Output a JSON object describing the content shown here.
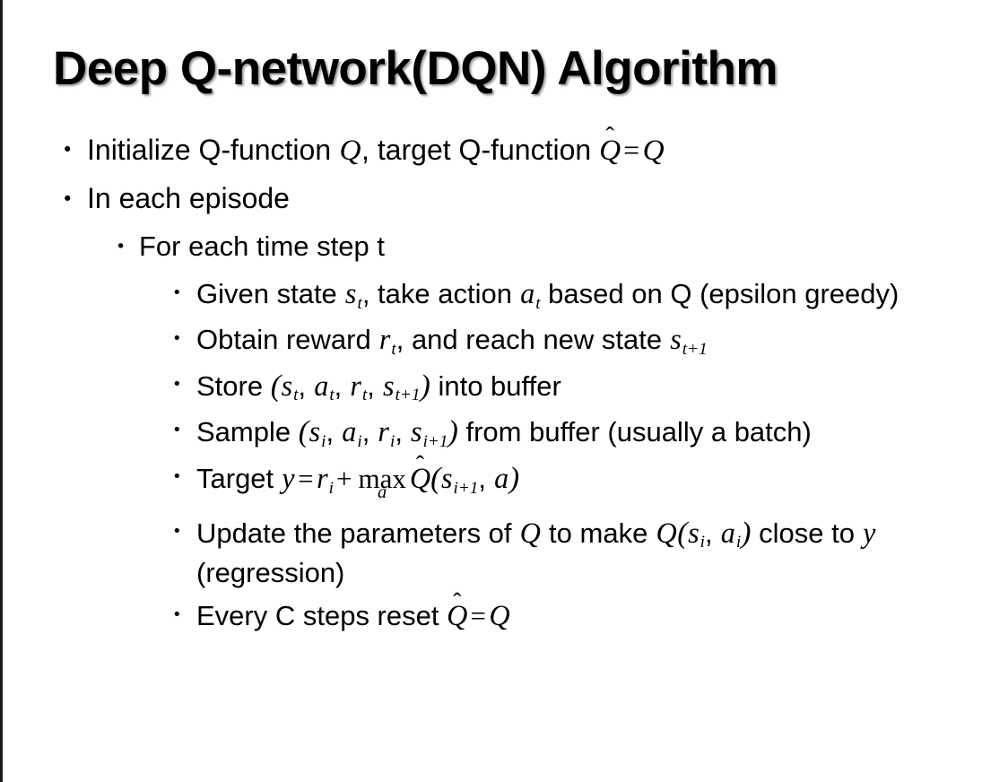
{
  "slide": {
    "title": "Deep Q-network(DQN) Algorithm",
    "background_color": "#ffffff",
    "text_color": "#000000",
    "left_border_color": "#1a1a1a"
  },
  "bullets": {
    "b1": {
      "level": 1,
      "marker": "•",
      "segments": {
        "t1": "Initialize Q-function ",
        "m1": "Q",
        "t2": ", target Q-function ",
        "m2": "Q",
        "hat": "̂",
        "eq": "=",
        "m3": "Q"
      }
    },
    "b2": {
      "level": 1,
      "marker": "•",
      "text": "In each episode"
    },
    "b3": {
      "level": 2,
      "marker": "•",
      "text": "For each time step t"
    },
    "b4": {
      "level": 3,
      "marker": "•",
      "segments": {
        "t1": "Given state ",
        "m1": "s",
        "m1sub": "t",
        "t2": ", take action ",
        "m2": "a",
        "m2sub": "t",
        "t3": " based on Q (epsilon greedy)"
      }
    },
    "b5": {
      "level": 3,
      "marker": "•",
      "segments": {
        "t1": "Obtain reward ",
        "m1": "r",
        "m1sub": "t",
        "t2": ", and reach new state ",
        "m2": "s",
        "m2sub": "t+1"
      }
    },
    "b6": {
      "level": 3,
      "marker": "•",
      "segments": {
        "t1": "Store ",
        "open": "(",
        "m1": "s",
        "m1sub": "t",
        "c1": ", ",
        "m2": "a",
        "m2sub": "t",
        "c2": ", ",
        "m3": "r",
        "m3sub": "t",
        "c3": ", ",
        "m4": "s",
        "m4sub": "t+1",
        "close": ")",
        "t2": " into buffer"
      }
    },
    "b7": {
      "level": 3,
      "marker": "•",
      "segments": {
        "t1": "Sample ",
        "open": "(",
        "m1": "s",
        "m1sub": "i",
        "c1": ", ",
        "m2": "a",
        "m2sub": "i",
        "c2": ", ",
        "m3": "r",
        "m3sub": "i",
        "c3": ", ",
        "m4": "s",
        "m4sub": "i+1",
        "close": ")",
        "t2": " from buffer (usually a batch)"
      }
    },
    "b8": {
      "level": 3,
      "marker": "•",
      "segments": {
        "t1": "Target ",
        "y": "y",
        "eq": "=",
        "r": "r",
        "rsub": "i",
        "plus": "+",
        "maxop": "max",
        "maxsub": "a",
        "qhat": "Q",
        "hat": "̂",
        "open": "(",
        "s": "s",
        "ssub": "i+1",
        "comma": ", ",
        "a": "a",
        "close": ")"
      }
    },
    "b9": {
      "level": 3,
      "marker": "•",
      "segments": {
        "t1": "Update the parameters of ",
        "m1": "Q",
        "t2": " to make ",
        "m2": "Q",
        "open": "(",
        "s": "s",
        "ssub": "i",
        "comma": ", ",
        "a": "a",
        "asub": "i",
        "close": ")",
        "t3": " close to ",
        "y": "y",
        "t4": " (regression)"
      }
    },
    "b10": {
      "level": 3,
      "marker": "•",
      "segments": {
        "t1": "Every C steps reset ",
        "qhat": "Q",
        "hat": "̂",
        "eq": "=",
        "q": "Q"
      }
    }
  }
}
